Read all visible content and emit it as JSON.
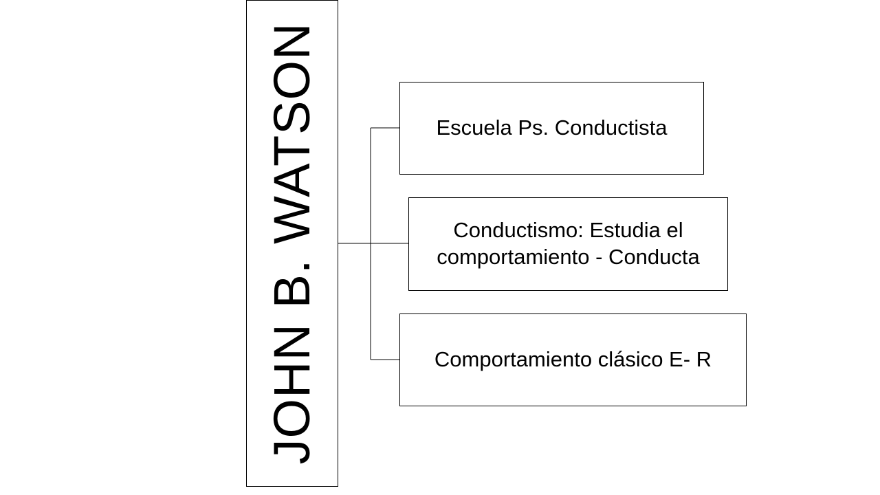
{
  "diagram": {
    "root": {
      "label": "JOHN B. WATSON"
    },
    "children": [
      {
        "label": "Escuela Ps. Conductista"
      },
      {
        "label": "Conductismo: Estudia el comportamiento - Conducta"
      },
      {
        "label": "Comportamiento clásico E- R"
      }
    ],
    "colors": {
      "line": "#000000",
      "box_border": "#000000",
      "background": "#ffffff"
    }
  }
}
